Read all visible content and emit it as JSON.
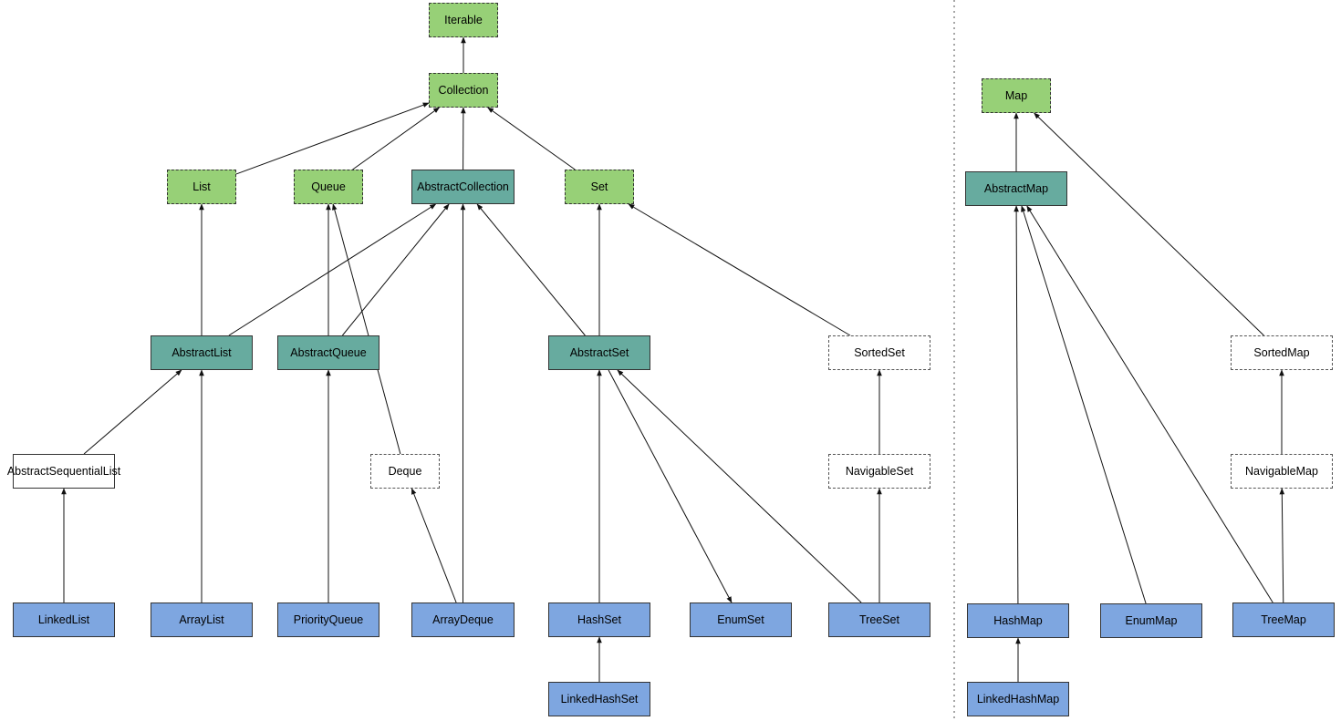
{
  "nodes": {
    "iterable": {
      "label": "Iterable",
      "kind": "interface"
    },
    "collection": {
      "label": "Collection",
      "kind": "interface"
    },
    "list": {
      "label": "List",
      "kind": "interface"
    },
    "queue": {
      "label": "Queue",
      "kind": "interface"
    },
    "abstract_collection": {
      "label": "AbstractCollection",
      "kind": "abstract-class"
    },
    "set": {
      "label": "Set",
      "kind": "interface"
    },
    "abstract_list": {
      "label": "AbstractList",
      "kind": "abstract-class"
    },
    "abstract_queue": {
      "label": "AbstractQueue",
      "kind": "abstract-class"
    },
    "abstract_set": {
      "label": "AbstractSet",
      "kind": "abstract-class"
    },
    "sorted_set": {
      "label": "SortedSet",
      "kind": "interface-outline"
    },
    "abstract_sequential_list": {
      "label": "AbstractSequentialList",
      "kind": "class-outline"
    },
    "deque": {
      "label": "Deque",
      "kind": "interface-outline"
    },
    "navigable_set": {
      "label": "NavigableSet",
      "kind": "interface-outline"
    },
    "linked_list": {
      "label": "LinkedList",
      "kind": "class"
    },
    "array_list": {
      "label": "ArrayList",
      "kind": "class"
    },
    "priority_queue": {
      "label": "PriorityQueue",
      "kind": "class"
    },
    "array_deque": {
      "label": "ArrayDeque",
      "kind": "class"
    },
    "hash_set": {
      "label": "HashSet",
      "kind": "class"
    },
    "enum_set": {
      "label": "EnumSet",
      "kind": "class"
    },
    "tree_set": {
      "label": "TreeSet",
      "kind": "class"
    },
    "linked_hash_set": {
      "label": "LinkedHashSet",
      "kind": "class"
    },
    "map": {
      "label": "Map",
      "kind": "interface"
    },
    "abstract_map": {
      "label": "AbstractMap",
      "kind": "abstract-class"
    },
    "sorted_map": {
      "label": "SortedMap",
      "kind": "interface-outline"
    },
    "navigable_map": {
      "label": "NavigableMap",
      "kind": "interface-outline"
    },
    "hash_map": {
      "label": "HashMap",
      "kind": "class"
    },
    "enum_map": {
      "label": "EnumMap",
      "kind": "class"
    },
    "tree_map": {
      "label": "TreeMap",
      "kind": "class"
    },
    "linked_hash_map": {
      "label": "LinkedHashMap",
      "kind": "class"
    }
  },
  "edges": [
    {
      "from": "collection",
      "to": "iterable"
    },
    {
      "from": "list",
      "to": "collection"
    },
    {
      "from": "queue",
      "to": "collection"
    },
    {
      "from": "abstract_collection",
      "to": "collection"
    },
    {
      "from": "set",
      "to": "collection"
    },
    {
      "from": "abstract_list",
      "to": "list"
    },
    {
      "from": "abstract_list",
      "to": "abstract_collection"
    },
    {
      "from": "abstract_queue",
      "to": "queue"
    },
    {
      "from": "abstract_queue",
      "to": "abstract_collection"
    },
    {
      "from": "deque",
      "to": "queue"
    },
    {
      "from": "abstract_set",
      "to": "set"
    },
    {
      "from": "abstract_set",
      "to": "abstract_collection"
    },
    {
      "from": "sorted_set",
      "to": "set"
    },
    {
      "from": "abstract_sequential_list",
      "to": "abstract_list"
    },
    {
      "from": "array_list",
      "to": "abstract_list"
    },
    {
      "from": "linked_list",
      "to": "abstract_sequential_list"
    },
    {
      "from": "priority_queue",
      "to": "abstract_queue"
    },
    {
      "from": "array_deque",
      "to": "deque"
    },
    {
      "from": "array_deque",
      "to": "abstract_collection"
    },
    {
      "from": "hash_set",
      "to": "abstract_set"
    },
    {
      "from": "abstract_set",
      "to": "enum_set"
    },
    {
      "from": "tree_set",
      "to": "abstract_set"
    },
    {
      "from": "tree_set",
      "to": "navigable_set"
    },
    {
      "from": "navigable_set",
      "to": "sorted_set"
    },
    {
      "from": "linked_hash_set",
      "to": "hash_set"
    },
    {
      "from": "abstract_map",
      "to": "map"
    },
    {
      "from": "sorted_map",
      "to": "map"
    },
    {
      "from": "navigable_map",
      "to": "sorted_map"
    },
    {
      "from": "hash_map",
      "to": "abstract_map"
    },
    {
      "from": "enum_map",
      "to": "abstract_map"
    },
    {
      "from": "tree_map",
      "to": "abstract_map"
    },
    {
      "from": "tree_map",
      "to": "navigable_map"
    },
    {
      "from": "linked_hash_map",
      "to": "hash_map"
    }
  ],
  "colors": {
    "interface_fill": "#97d077",
    "abstract_class_fill": "#67ab9f",
    "class_fill": "#7ea6e0",
    "outline_fill": "#ffffff",
    "stroke": "#333333",
    "divider": "#888888"
  }
}
